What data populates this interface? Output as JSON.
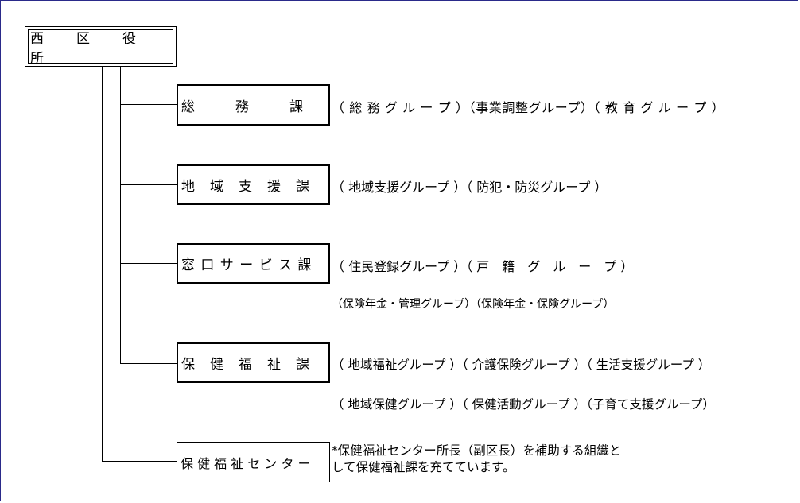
{
  "root": {
    "label": "西　区　役　所"
  },
  "divisions": [
    {
      "label": "総　　　務　　　課",
      "groups": "（ 総 務 グ ル ー プ ）（事業調整グループ）（ 教 育 グ ル ー プ ）"
    },
    {
      "label": "地　域　支　援　課",
      "groups": "（ 地域支援グループ ）（ 防犯・防災グループ ）"
    },
    {
      "label": "窓 口 サ ー ビ ス 課",
      "groups": "（ 住民登録グループ ）（ 戸　籍　グ　ル　ー　プ ）",
      "groups2": "（保険年金・管理グループ）（保険年金・保険グループ）"
    },
    {
      "label": "保　健　福　祉　課",
      "groups": "（ 地域福祉グループ ）（ 介護保険グループ ）（ 生活支援グループ ）",
      "groups2": "（ 地域保健グループ ）（ 保健活動グループ ）（子育て支援グループ）"
    },
    {
      "label": "保 健 福 祉 セ ン タ ー"
    }
  ],
  "note": {
    "line1": "*保健福祉センター所長（副区長）を補助する組織と",
    "line2": "して保健福祉課を充てています。"
  }
}
